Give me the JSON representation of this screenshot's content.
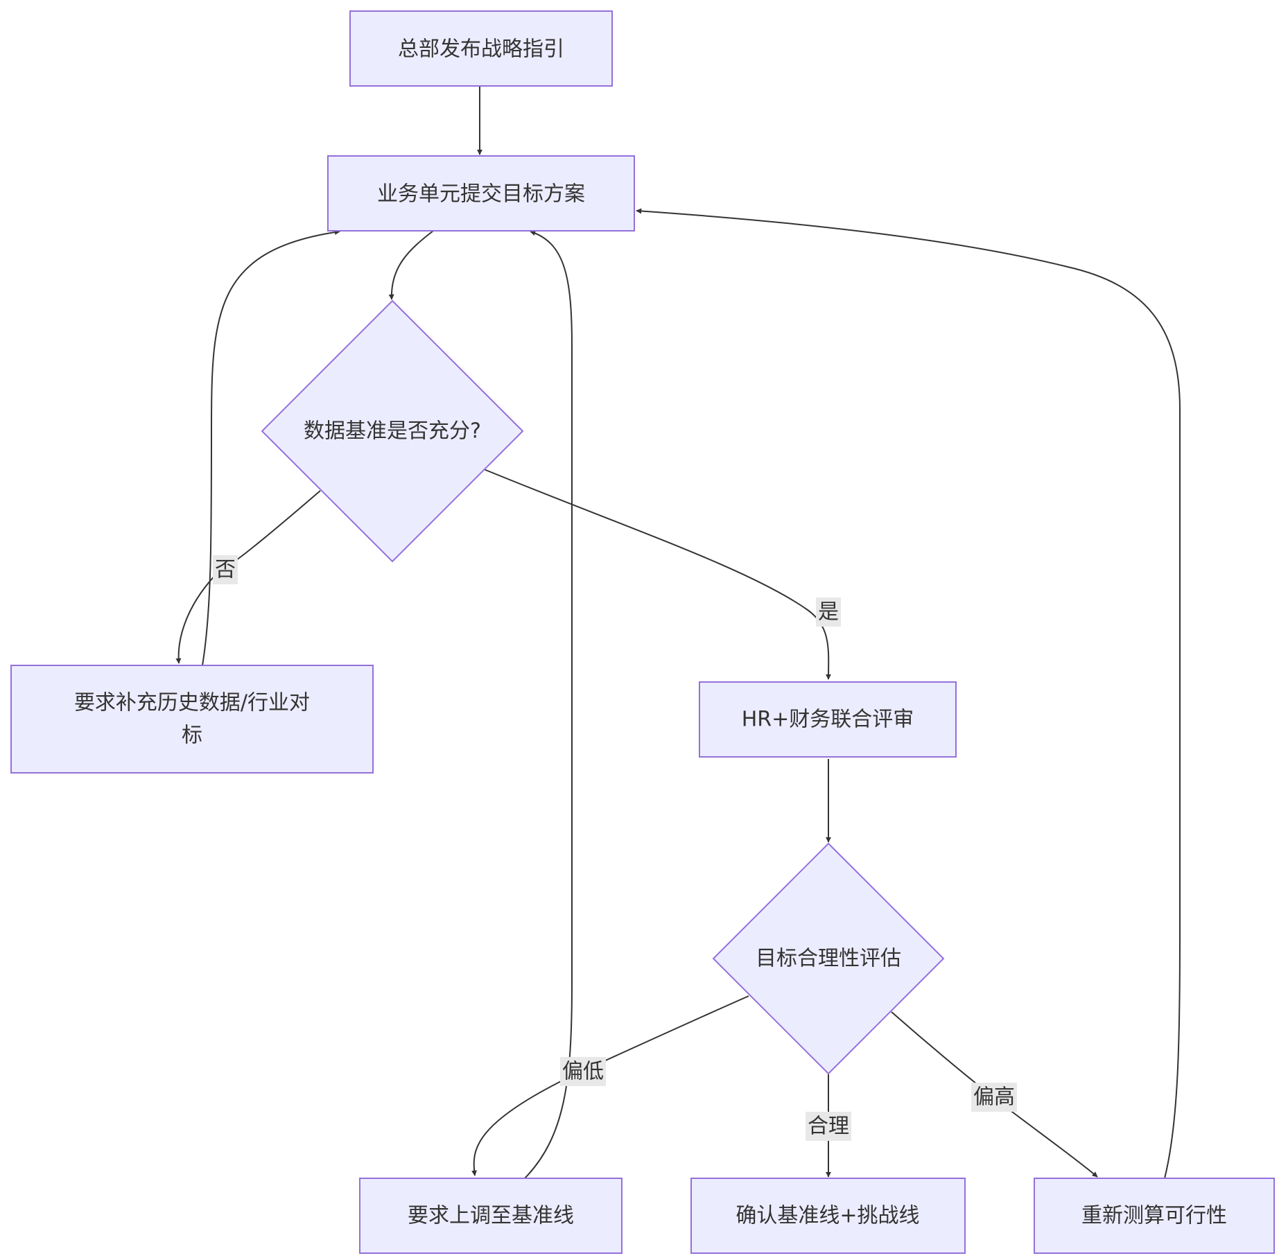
{
  "nodes": {
    "start": "总部发布战略指引",
    "submit": "业务单元提交目标方案",
    "data_check": "数据基准是否充分?",
    "supplement_line1": "要求补充历史数据/行业对",
    "supplement_line2": "标",
    "joint_review": "HR+财务联合评审",
    "evaluate": "目标合理性评估",
    "raise": "要求上调至基准线",
    "confirm": "确认基准线+挑战线",
    "recalc": "重新测算可行性"
  },
  "edges": {
    "no": "否",
    "yes": "是",
    "low": "偏低",
    "reasonable": "合理",
    "high": "偏高"
  },
  "colors": {
    "node_fill": "#ECECFF",
    "node_stroke": "#9370DB",
    "edge": "#333333",
    "edge_label_bg": "#E8E8E8"
  }
}
